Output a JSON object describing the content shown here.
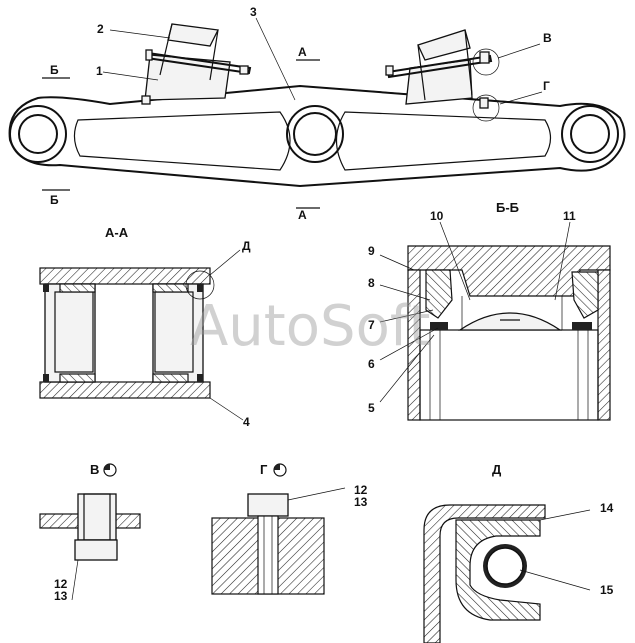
{
  "labels": {
    "section_aa": "А-А",
    "section_bb": "Б-Б",
    "view_v": "В",
    "view_g": "Г",
    "detail_d": "Д",
    "marker_a": "А",
    "marker_b": "Б",
    "callout_v": "В",
    "callout_g": "Г",
    "callout_d": "Д"
  },
  "part_numbers": [
    "1",
    "2",
    "3",
    "4",
    "5",
    "6",
    "7",
    "8",
    "9",
    "10",
    "11",
    "12",
    "13",
    "14",
    "15"
  ],
  "watermark": "AutoSoft"
}
